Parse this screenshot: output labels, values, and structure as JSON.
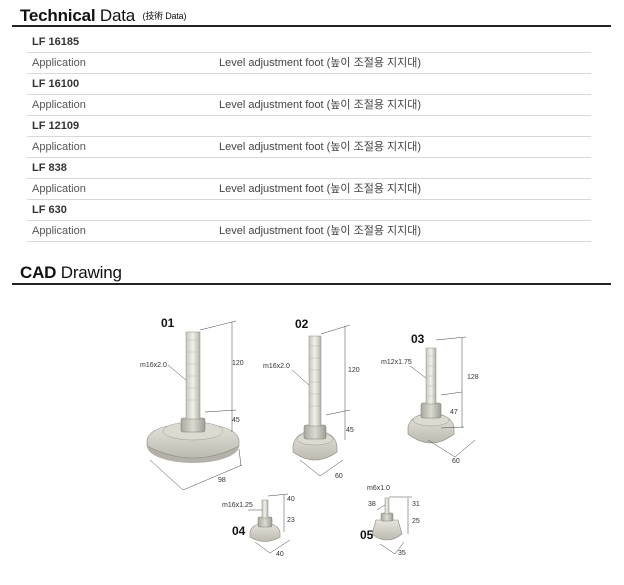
{
  "technical": {
    "title_bold": "Technical",
    "title_rest": "Data",
    "title_sub": "(技術 Data)",
    "items": [
      {
        "model": "LF 16185",
        "key": "Application",
        "value": "Level adjustment foot (높이 조절용 지지대)"
      },
      {
        "model": "LF 16100",
        "key": "Application",
        "value": "Level adjustment foot (높이 조절용 지지대)"
      },
      {
        "model": "LF 12109",
        "key": "Application",
        "value": "Level adjustment foot (높이 조절용 지지대)"
      },
      {
        "model": "LF 838",
        "key": "Application",
        "value": "Level adjustment foot (높이 조절용 지지대)"
      },
      {
        "model": "LF 630",
        "key": "Application",
        "value": "Level adjustment foot (높이 조절용 지지대)"
      }
    ]
  },
  "cad": {
    "title_bold": "CAD",
    "title_rest": "Drawing",
    "parts": [
      {
        "no": "01",
        "thread": "m16x2.0",
        "dims": [
          "120",
          "45",
          "98"
        ]
      },
      {
        "no": "02",
        "thread": "m16x2.0",
        "dims": [
          "120",
          "45",
          "60"
        ]
      },
      {
        "no": "03",
        "thread": "m12x1.75",
        "dims": [
          "128",
          "47",
          "60"
        ]
      },
      {
        "no": "04",
        "thread": "m16x1.25",
        "dims": [
          "40",
          "23",
          "40"
        ]
      },
      {
        "no": "05",
        "thread": "m6x1.0",
        "dims": [
          "38",
          "31",
          "25",
          "35"
        ]
      }
    ]
  }
}
